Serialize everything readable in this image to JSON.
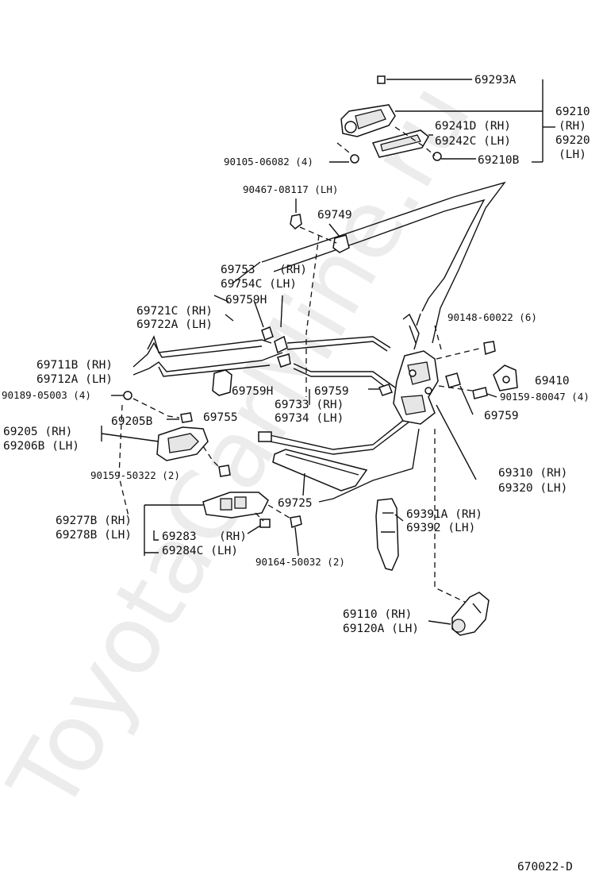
{
  "watermark": "ToyotaCarMine.ru",
  "diagram_code": "670022-D",
  "labels": {
    "p69293A": "69293A",
    "p69210": "69210",
    "p69210_rh": "(RH)",
    "p69220": "69220",
    "p69220_lh": "(LH)",
    "p69241D": "69241D (RH)",
    "p69242C": "69242C (LH)",
    "p69210B": "69210B",
    "p90105": "90105-06082 (4)",
    "p90467": "90467-08117 (LH)",
    "p69749": "69749",
    "p69753": "69753",
    "p69753_rh": "(RH)",
    "p69754C": "69754C (LH)",
    "p69759H_a": "69759H",
    "p69721C": "69721C (RH)",
    "p69722A": "69722A (LH)",
    "p90148": "90148-60022 (6)",
    "p69711B": "69711B (RH)",
    "p69712A": "69712A (LH)",
    "p69410": "69410",
    "p69759H_b": "69759H",
    "p69759_a": "69759",
    "p90159_80047": "90159-80047 (4)",
    "p90189": "90189-05003 (4)",
    "p69755": "69755",
    "p69733": "69733 (RH)",
    "p69734": "69734 (LH)",
    "p69759_b": "69759",
    "p69205B": "69205B",
    "p69205": "69205  (RH)",
    "p69206B": "69206B (LH)",
    "p69310": "69310 (RH)",
    "p69320": "69320 (LH)",
    "p90159_50322": "90159-50322 (2)",
    "p69725": "69725",
    "p69391A": "69391A (RH)",
    "p69392": "69392  (LH)",
    "p69277B": "69277B (RH)",
    "p69278B": "69278B (LH)",
    "p69283": "69283",
    "p69283_rh": "(RH)",
    "p69284C": "69284C (LH)",
    "p90164": "90164-50032 (2)",
    "p69110": "69110 (RH)",
    "p69120A": "69120A (LH)"
  }
}
